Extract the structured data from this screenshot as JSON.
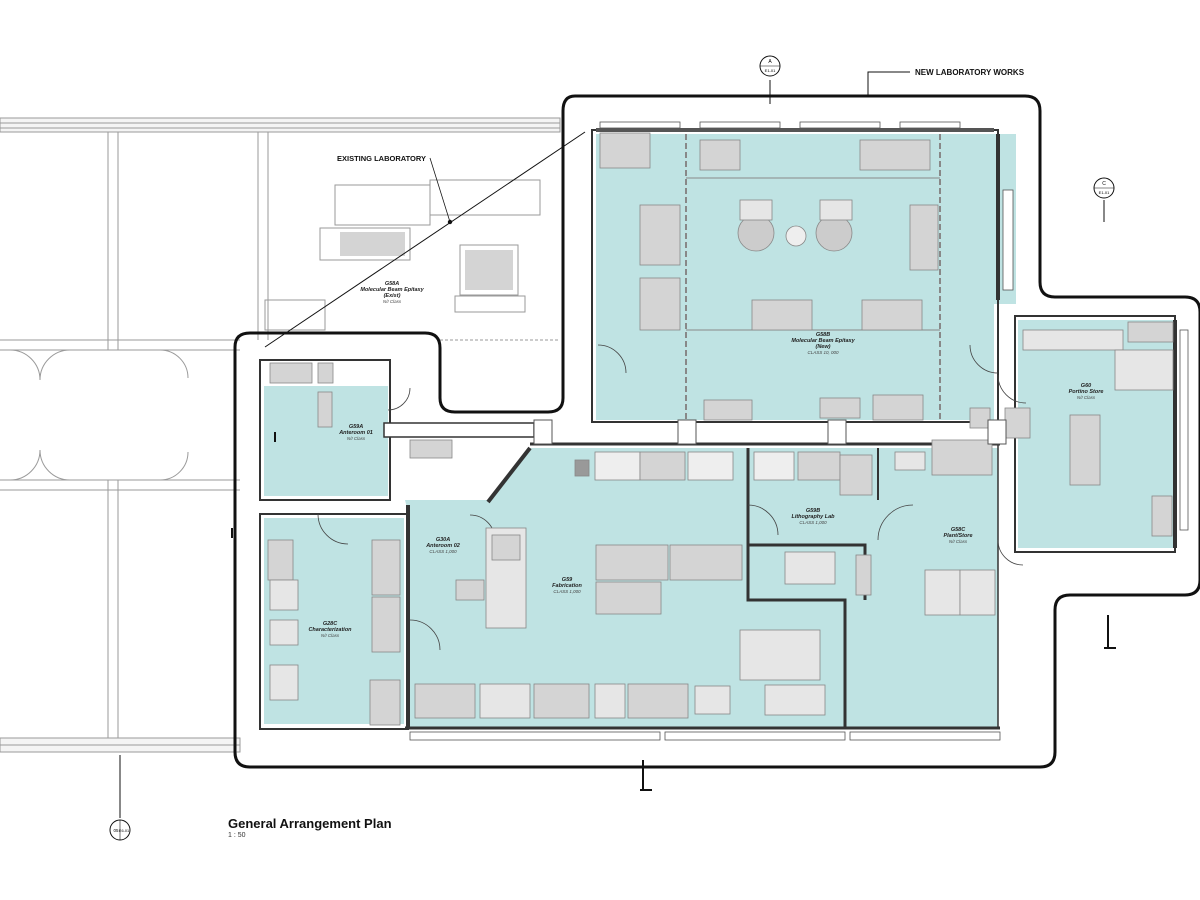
{
  "callouts": {
    "new_works": "NEW LABORATORY WORKS",
    "existing_lab": "EXISTING LABORATORY"
  },
  "rooms": {
    "g58a": {
      "code": "G58A",
      "name": "Molecular Beam Epitaxy",
      "sub": "(Exist)",
      "cls": "N/I Class"
    },
    "g58b": {
      "code": "G58B",
      "name": "Molecular Beam Epitaxy",
      "sub": "(New)",
      "cls": "CLASS 10, 000"
    },
    "g60": {
      "code": "G60",
      "name": "Portino Store",
      "cls": "N/I Class"
    },
    "g59a": {
      "code": "G59A",
      "name": "Anteroom 01",
      "cls": "N/I Class"
    },
    "g30a": {
      "code": "G30A",
      "name": "Anteroom 02",
      "cls": "CLASS 1,000"
    },
    "g59": {
      "code": "G59",
      "name": "Fabrication",
      "cls": "CLASS 1,000"
    },
    "g59b": {
      "code": "G59B",
      "name": "Lithography Lab",
      "cls": "CLASS 1,000"
    },
    "g58c": {
      "code": "G58C",
      "name": "Plant/Store",
      "cls": "N/I Class"
    },
    "g28c": {
      "code": "G28C",
      "name": "Characterization",
      "cls": "N/I Class"
    }
  },
  "section_markers": {
    "a": {
      "letter": "A",
      "sheet": "E1-01"
    },
    "c": {
      "letter": "C",
      "sheet": "E1-01"
    },
    "d": {
      "letter": "05",
      "sheet": "E6-01"
    }
  },
  "title": {
    "name": "General Arrangement Plan",
    "scale": "1 : 50"
  },
  "colors": {
    "room_fill": "#bfe3e3",
    "equipment": "#d4d4d4",
    "walls": "#333333",
    "boundary": "#111111",
    "existing_lines": "#9a9a9a"
  }
}
